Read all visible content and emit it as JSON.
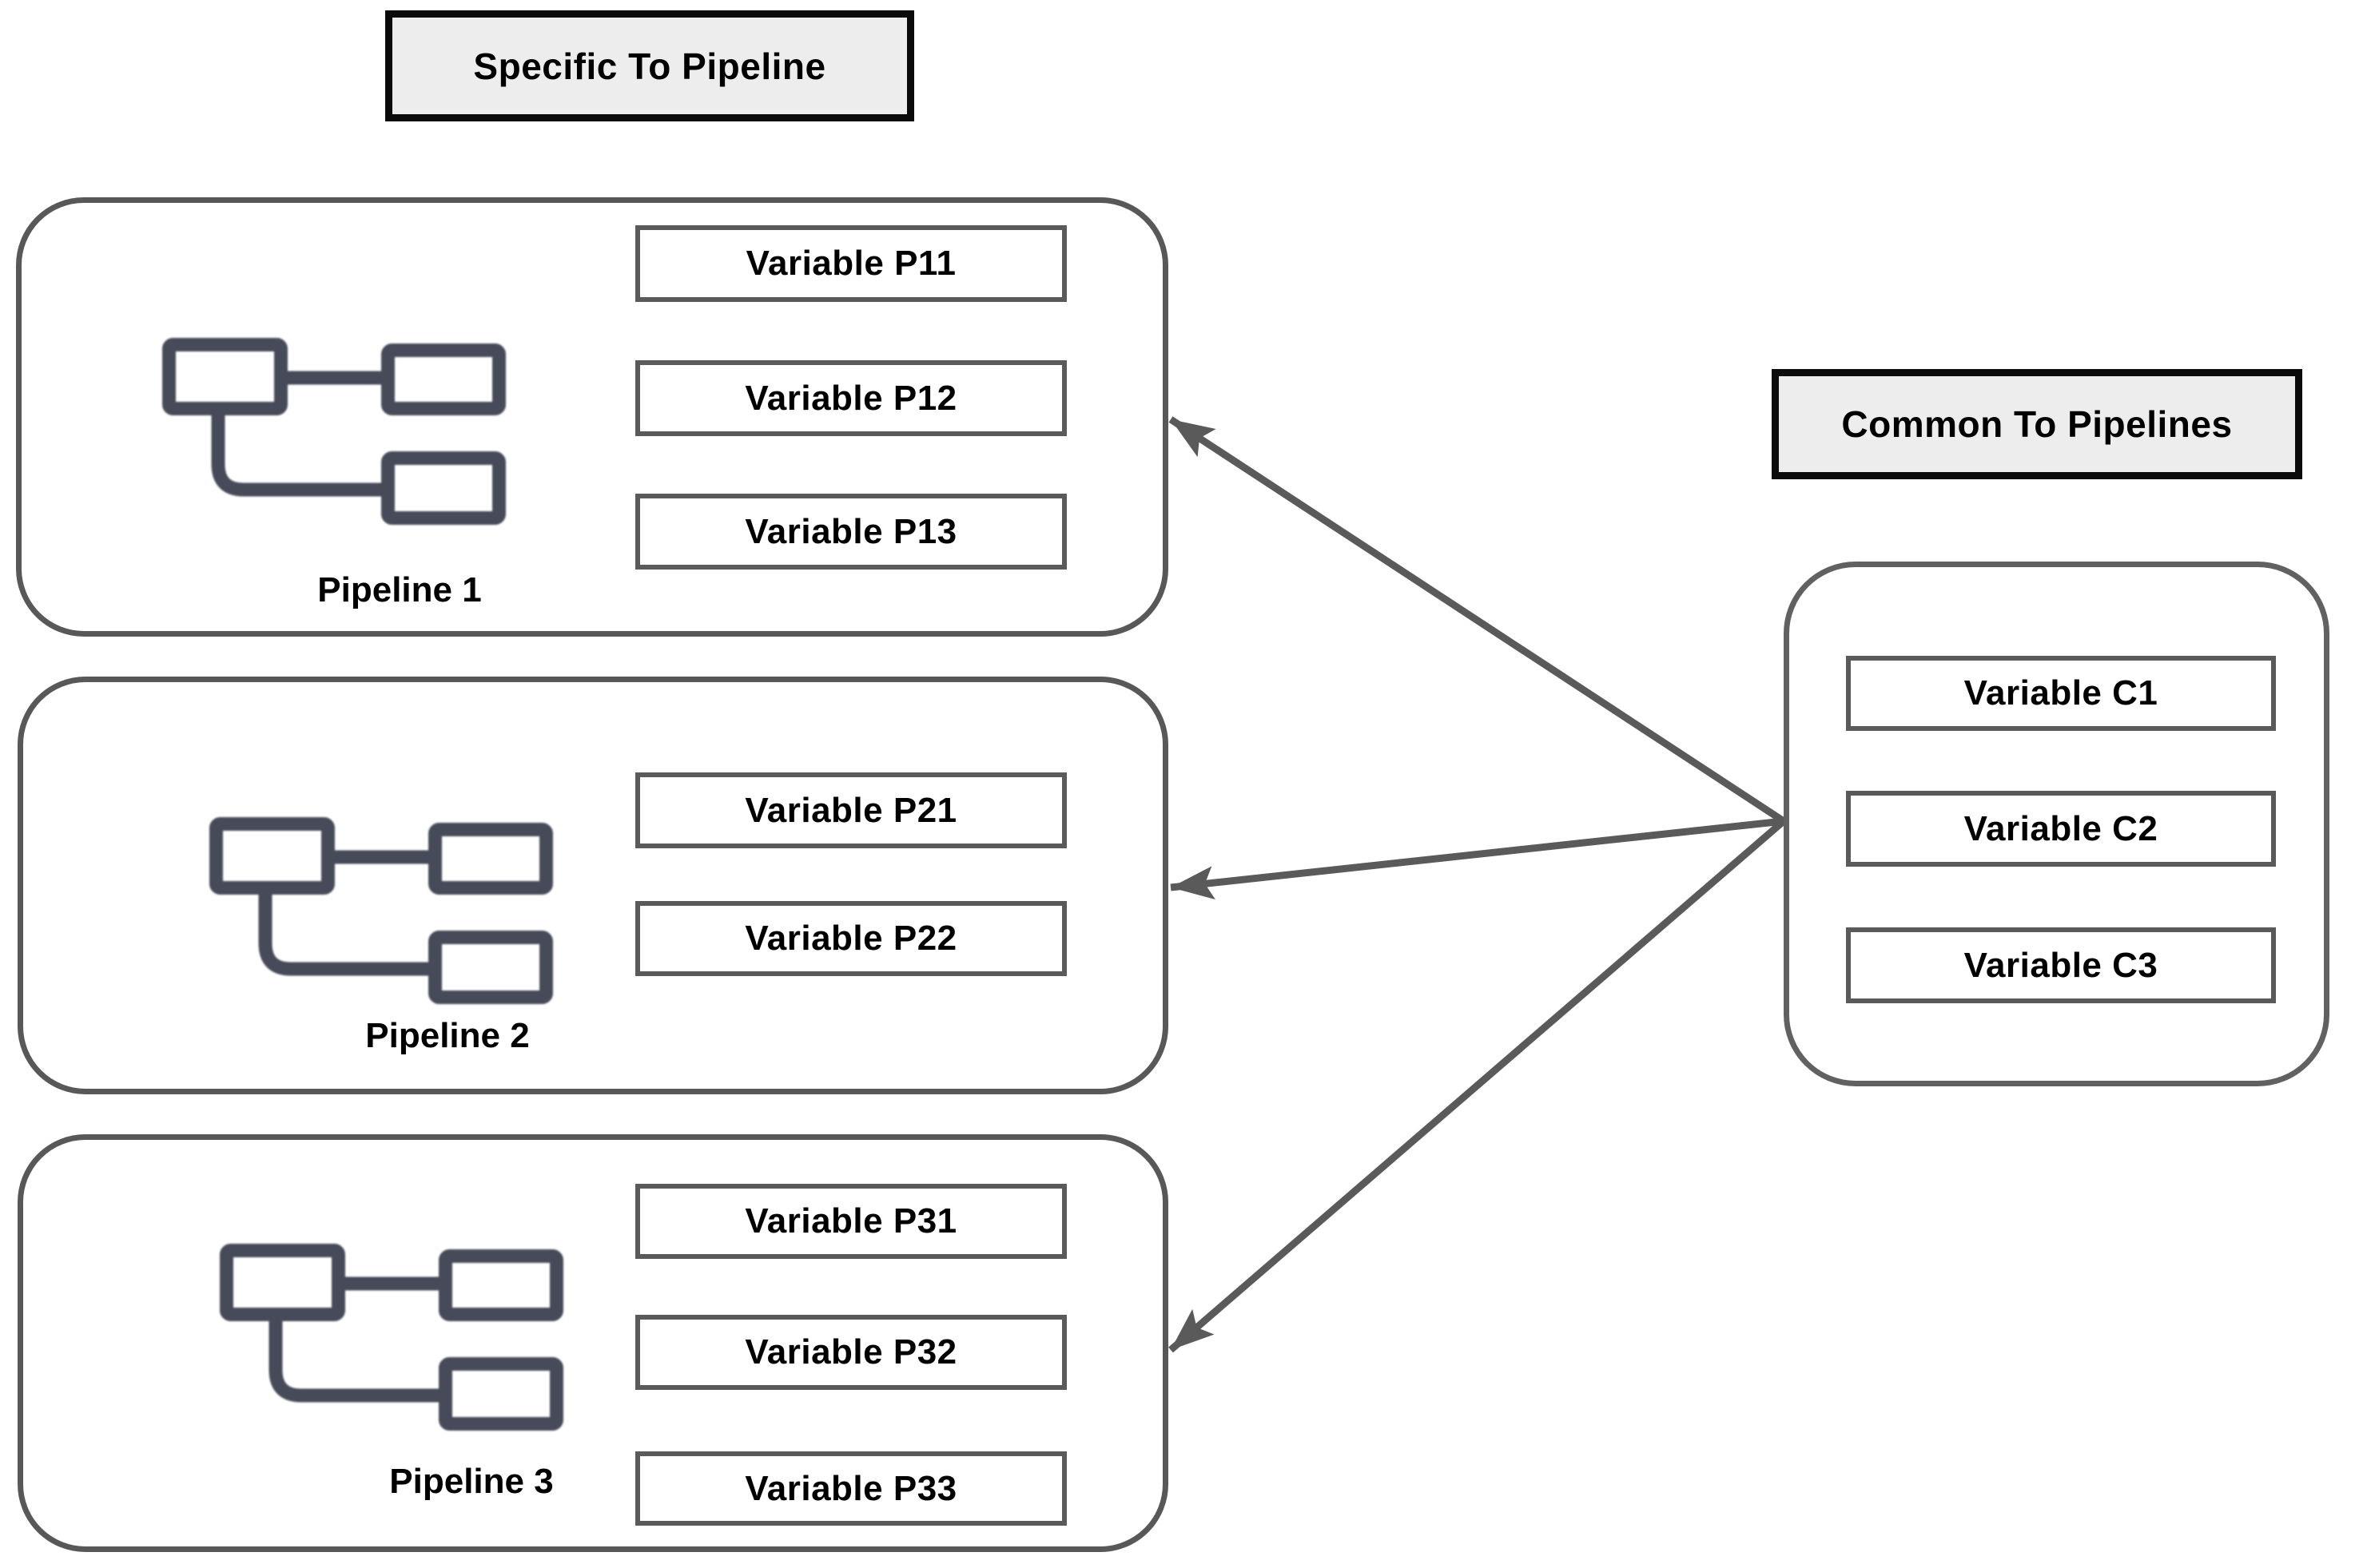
{
  "titles": {
    "specific": "Specific To Pipeline",
    "common": "Common To Pipelines"
  },
  "pipelines": [
    {
      "label": "Pipeline 1",
      "variables": [
        "Variable P11",
        "Variable P12",
        "Variable P13"
      ]
    },
    {
      "label": "Pipeline 2",
      "variables": [
        "Variable P21",
        "Variable P22"
      ]
    },
    {
      "label": "Pipeline 3",
      "variables": [
        "Variable P31",
        "Variable P32",
        "Variable P33"
      ]
    }
  ],
  "common": {
    "variables": [
      "Variable C1",
      "Variable C2",
      "Variable C3"
    ]
  },
  "icons": {
    "pipeline_icon": "flowchart-pipeline-icon"
  },
  "colors": {
    "background": "#ffffff",
    "container_border": "#585858",
    "common_border": "#616161",
    "variable_border": "#5a5a5a",
    "title_border": "#0b0b0b",
    "title_bg": "#ededed",
    "icon": "#474b59",
    "arrow": "#5a5a5a",
    "text": "#000000"
  }
}
